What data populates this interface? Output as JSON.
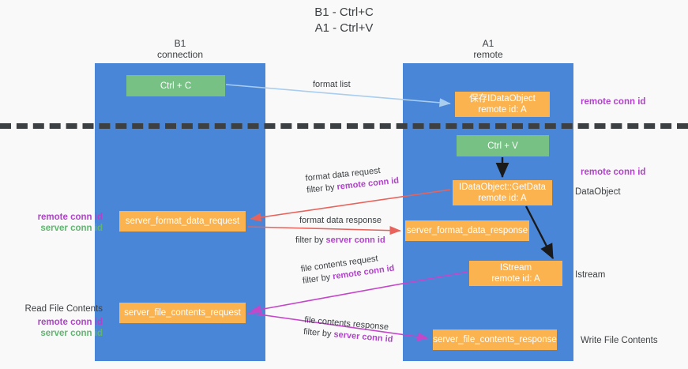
{
  "title": {
    "line1": "B1 - Ctrl+C",
    "line2": "A1 - Ctrl+V"
  },
  "columns": [
    {
      "name": "B1",
      "sub": "connection"
    },
    {
      "name": "A1",
      "sub": "remote"
    }
  ],
  "nodes": {
    "ctrl_c": {
      "label": "Ctrl + C",
      "color": "#76c183"
    },
    "ctrl_v": {
      "label": "Ctrl + V",
      "color": "#76c183"
    },
    "save_idataobject": {
      "line1": "保存IDataObject",
      "line2": "remote id: A",
      "color": "#fbb350"
    },
    "getdata": {
      "line1": "IDataObject::GetData",
      "line2": "remote id: A",
      "color": "#fbb350"
    },
    "istream": {
      "line1": "IStream",
      "line2": "remote id: A",
      "color": "#fbb350"
    },
    "server_format_data_request": {
      "label": "server_format_data_request",
      "color": "#fbb350"
    },
    "server_format_data_response": {
      "label": "server_format_data_response",
      "color": "#fbb350"
    },
    "server_file_contents_request": {
      "label": "server_file_contents_request",
      "color": "#fbb350"
    },
    "server_file_contents_response": {
      "label": "server_file_contents_response",
      "color": "#fbb350"
    }
  },
  "arrow_labels": {
    "format_list": "format list",
    "format_data_request": "format data request",
    "format_data_request_filter_prefix": "filter by ",
    "format_data_request_filter_key": "remote conn id",
    "format_data_response": "format data response",
    "format_data_response_filter_prefix": "filter by ",
    "format_data_response_filter_key": "server conn id",
    "file_contents_request": "file contents request",
    "file_contents_request_filter_prefix": "filter by ",
    "file_contents_request_filter_key": "remote conn id",
    "file_contents_response": "file contents response",
    "file_contents_response_filter_prefix": "filter by ",
    "file_contents_response_filter_key": "server conn id"
  },
  "annotations": {
    "right_remote_conn_id_top": "remote conn id",
    "right_remote_conn_id_mid": "remote conn id",
    "right_dataobject": "DataObject",
    "right_istream": "Istream",
    "right_write_file_contents": "Write File Contents",
    "left_remote_conn_id": "remote conn id",
    "left_server_conn_id": "server conn id",
    "left_read_file_contents": "Read File Contents",
    "left_remote_conn_id_2": "remote conn id",
    "left_server_conn_id_2": "server conn id"
  },
  "colors": {
    "lane": "#4a86d8",
    "node_green": "#76c183",
    "node_orange": "#fbb350",
    "arrow_blue": "#a8cdee",
    "arrow_red": "#e8635c",
    "arrow_magenta": "#c446c9",
    "arrow_black": "#1a1a1a",
    "text_purple": "#b043c9",
    "text_green": "#62b471",
    "background": "#f9f9f9",
    "divider": "#3c4043"
  }
}
